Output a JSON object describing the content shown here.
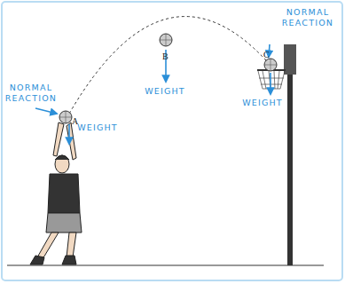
{
  "diagram": {
    "labels": [
      "NORMAL REACTION",
      "WEIGHT",
      "A",
      "B",
      "WEIGHT",
      "NORMAL REACTION",
      "C",
      "WEIGHT"
    ]
  }
}
